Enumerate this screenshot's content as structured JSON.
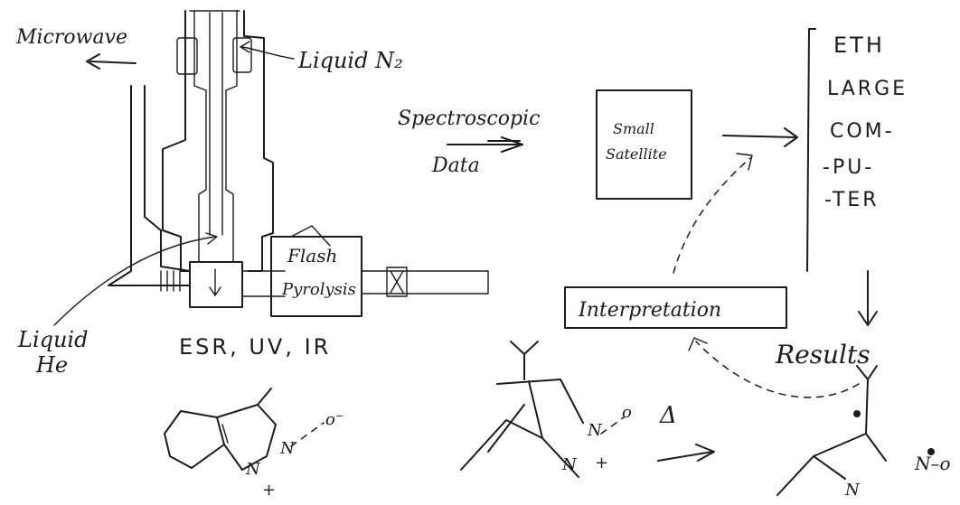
{
  "labels": {
    "microwave": "Microwave",
    "liquid_n2": "Liquid N₂",
    "liquid_he_line1": "Liquid",
    "liquid_he_line2": "He",
    "esr_uv_ir": "ESR, UV, IR",
    "flash_line1": "Flash",
    "flash_line2": "Pyrolysis",
    "spectroscopic": "Spectroscopic",
    "data": "Data",
    "small_line1": "Small",
    "small_line2": "Satellite",
    "eth_lines": [
      "ETH",
      "LARGE",
      "COM-",
      "-PU-",
      "-TER"
    ],
    "interpretation": "Interpretation",
    "results": "Results"
  },
  "chemistry": {
    "nitroxide_charge": "o⁻",
    "plus_sign": "+",
    "n_atom": "N",
    "delta_symbol": "Δ",
    "n_o": "N–o",
    "o_atom": "o"
  }
}
